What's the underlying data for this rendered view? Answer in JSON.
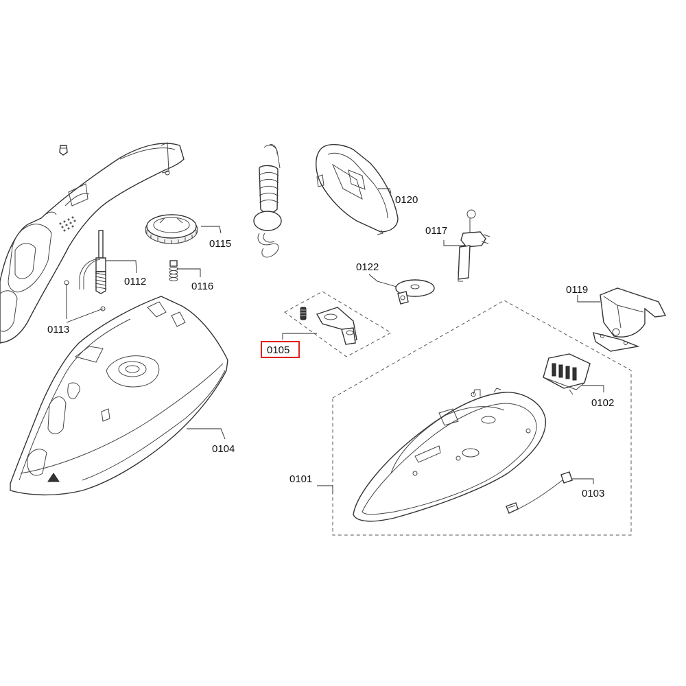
{
  "diagram": {
    "highlight_color": "#e0201c",
    "highlighted_part": "0105",
    "labels": {
      "p0101": "0101",
      "p0102": "0102",
      "p0103": "0103",
      "p0104": "0104",
      "p0105": "0105",
      "p0112": "0112",
      "p0113": "0113",
      "p0115": "0115",
      "p0116": "0116",
      "p0117": "0117",
      "p0119": "0119",
      "p0120": "0120",
      "p0122": "0122"
    }
  }
}
